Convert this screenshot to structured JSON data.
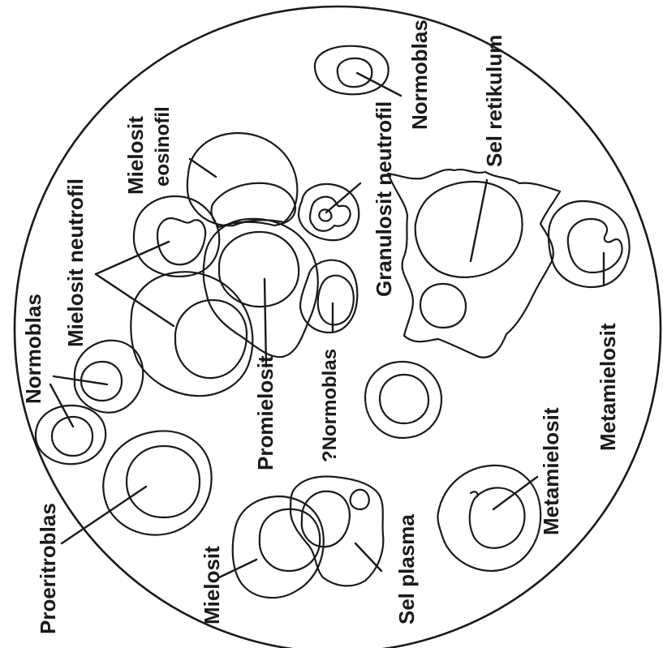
{
  "labels": {
    "normoblas_top": "Normoblas",
    "sel_retikulum": "Sel retikulum",
    "mielosit_eosinofil_1": "Mielosit",
    "mielosit_eosinofil_2": "eosinofil",
    "granulosit_neutrofil": "Granulosit neutrofil",
    "mielosit_neutrofil": "Mielosit neutrofil",
    "normoblas_left": "Normoblas",
    "promielosit": "Promielosit",
    "normoblas_center": "?Normoblas",
    "metamielosit_right": "Metamielosit",
    "metamielosit_bottom": "Metamielosit",
    "proeritroblas": "Proeritroblas",
    "mielosit": "Mielosit",
    "sel_plasma": "Sel plasma"
  },
  "colors": {
    "ink": "#1a1a1a",
    "paper": "#ffffff"
  }
}
